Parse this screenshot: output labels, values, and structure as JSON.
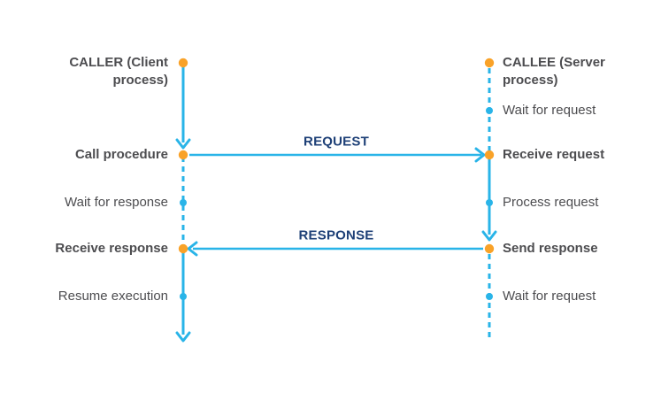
{
  "colors": {
    "line": "#29b4e8",
    "dot_orange": "#f9a228",
    "text": "#4d4d50",
    "message": "#1e4077",
    "background": "#ffffff"
  },
  "caller": {
    "title": "CALLER (Client process)",
    "steps": [
      {
        "label": "Call procedure",
        "emphasis": true
      },
      {
        "label": "Wait for response",
        "emphasis": false
      },
      {
        "label": "Receive response",
        "emphasis": true
      },
      {
        "label": "Resume execution",
        "emphasis": false
      }
    ]
  },
  "callee": {
    "title": "CALLEE (Server process)",
    "steps": [
      {
        "label": "Wait for request",
        "emphasis": false
      },
      {
        "label": "Receive request",
        "emphasis": true
      },
      {
        "label": "Process request",
        "emphasis": false
      },
      {
        "label": "Send response",
        "emphasis": true
      },
      {
        "label": "Wait for request",
        "emphasis": false
      }
    ]
  },
  "messages": {
    "request": "REQUEST",
    "response": "RESPONSE"
  }
}
